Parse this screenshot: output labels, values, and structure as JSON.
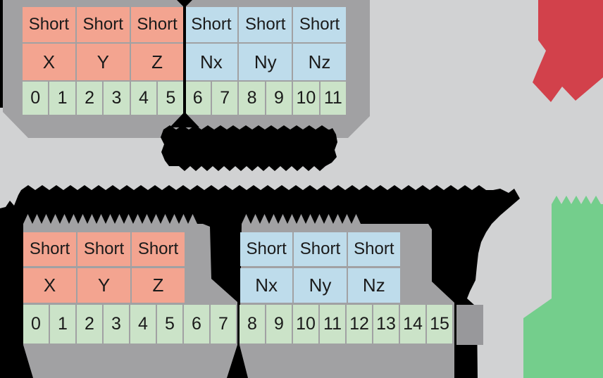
{
  "top_table": {
    "types": [
      "Short",
      "Short",
      "Short",
      "Short",
      "Short",
      "Short"
    ],
    "labels": [
      "X",
      "Y",
      "Z",
      "Nx",
      "Ny",
      "Nz"
    ],
    "bytes": [
      "0",
      "1",
      "2",
      "3",
      "4",
      "5",
      "6",
      "7",
      "8",
      "9",
      "10",
      "11"
    ]
  },
  "bottom_table": {
    "position": {
      "types": [
        "Short",
        "Short",
        "Short"
      ],
      "labels": [
        "X",
        "Y",
        "Z"
      ]
    },
    "normal": {
      "types": [
        "Short",
        "Short",
        "Short"
      ],
      "labels": [
        "Nx",
        "Ny",
        "Nz"
      ]
    },
    "bytes_first": [
      "0",
      "1",
      "2",
      "3",
      "4",
      "5",
      "6",
      "7"
    ],
    "bytes_second": [
      "8",
      "9",
      "10",
      "11",
      "12",
      "13",
      "14",
      "15"
    ]
  },
  "colors": {
    "background": "#d1d2d3",
    "panel": "#a1a1a3",
    "connector": "#98989b",
    "position": "#f3a490",
    "normal": "#bedceb",
    "byte": "#cbe3c8",
    "cross": "#d2414b",
    "check": "#74ce8c",
    "black": "#000000",
    "text": "#1a1a1a"
  }
}
